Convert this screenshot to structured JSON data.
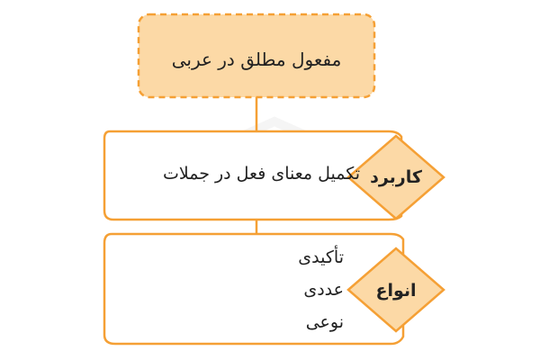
{
  "title": "مفعول مطلق در عربی",
  "sections": {
    "usage": {
      "label": "کاربرد",
      "text": "تکمیل معنای فعل در جملات"
    },
    "types": {
      "label": "انواع",
      "items": [
        "تأکیدی",
        "عددی",
        "نوعی"
      ]
    }
  },
  "colors": {
    "accent": "#F5A035",
    "title_fill": "#FCD9A6",
    "diamond_fill": "#FCD9A6",
    "text": "#222222"
  }
}
